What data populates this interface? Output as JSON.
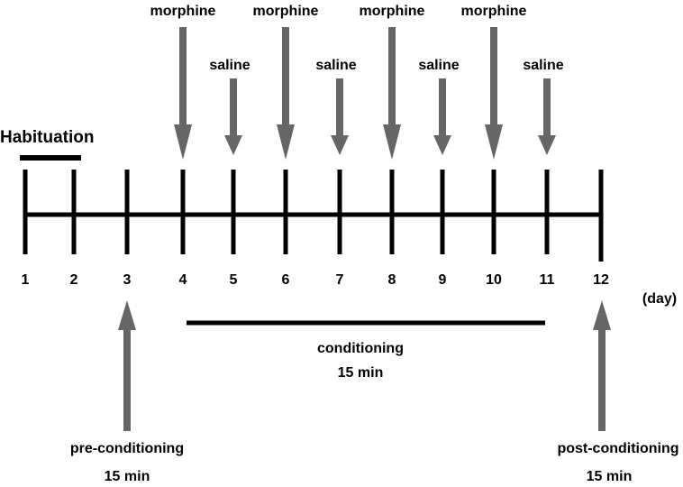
{
  "habituation": {
    "label": "Habituation"
  },
  "days": [
    "1",
    "2",
    "3",
    "4",
    "5",
    "6",
    "7",
    "8",
    "9",
    "10",
    "11",
    "12"
  ],
  "day_unit": "(day)",
  "treatments": [
    {
      "day": 4,
      "label": "morphine"
    },
    {
      "day": 5,
      "label": "saline"
    },
    {
      "day": 6,
      "label": "morphine"
    },
    {
      "day": 7,
      "label": "saline"
    },
    {
      "day": 8,
      "label": "morphine"
    },
    {
      "day": 9,
      "label": "saline"
    },
    {
      "day": 10,
      "label": "morphine"
    },
    {
      "day": 11,
      "label": "saline"
    }
  ],
  "conditioning": {
    "label": "conditioning",
    "duration": "15 min"
  },
  "pre_conditioning": {
    "day": 3,
    "label": "pre-conditioning",
    "duration": "15 min"
  },
  "post_conditioning": {
    "day": 12,
    "label": "post-conditioning",
    "duration": "15 min"
  },
  "colors": {
    "line": "#000000",
    "arrow": "#666666",
    "text": "#000000"
  }
}
